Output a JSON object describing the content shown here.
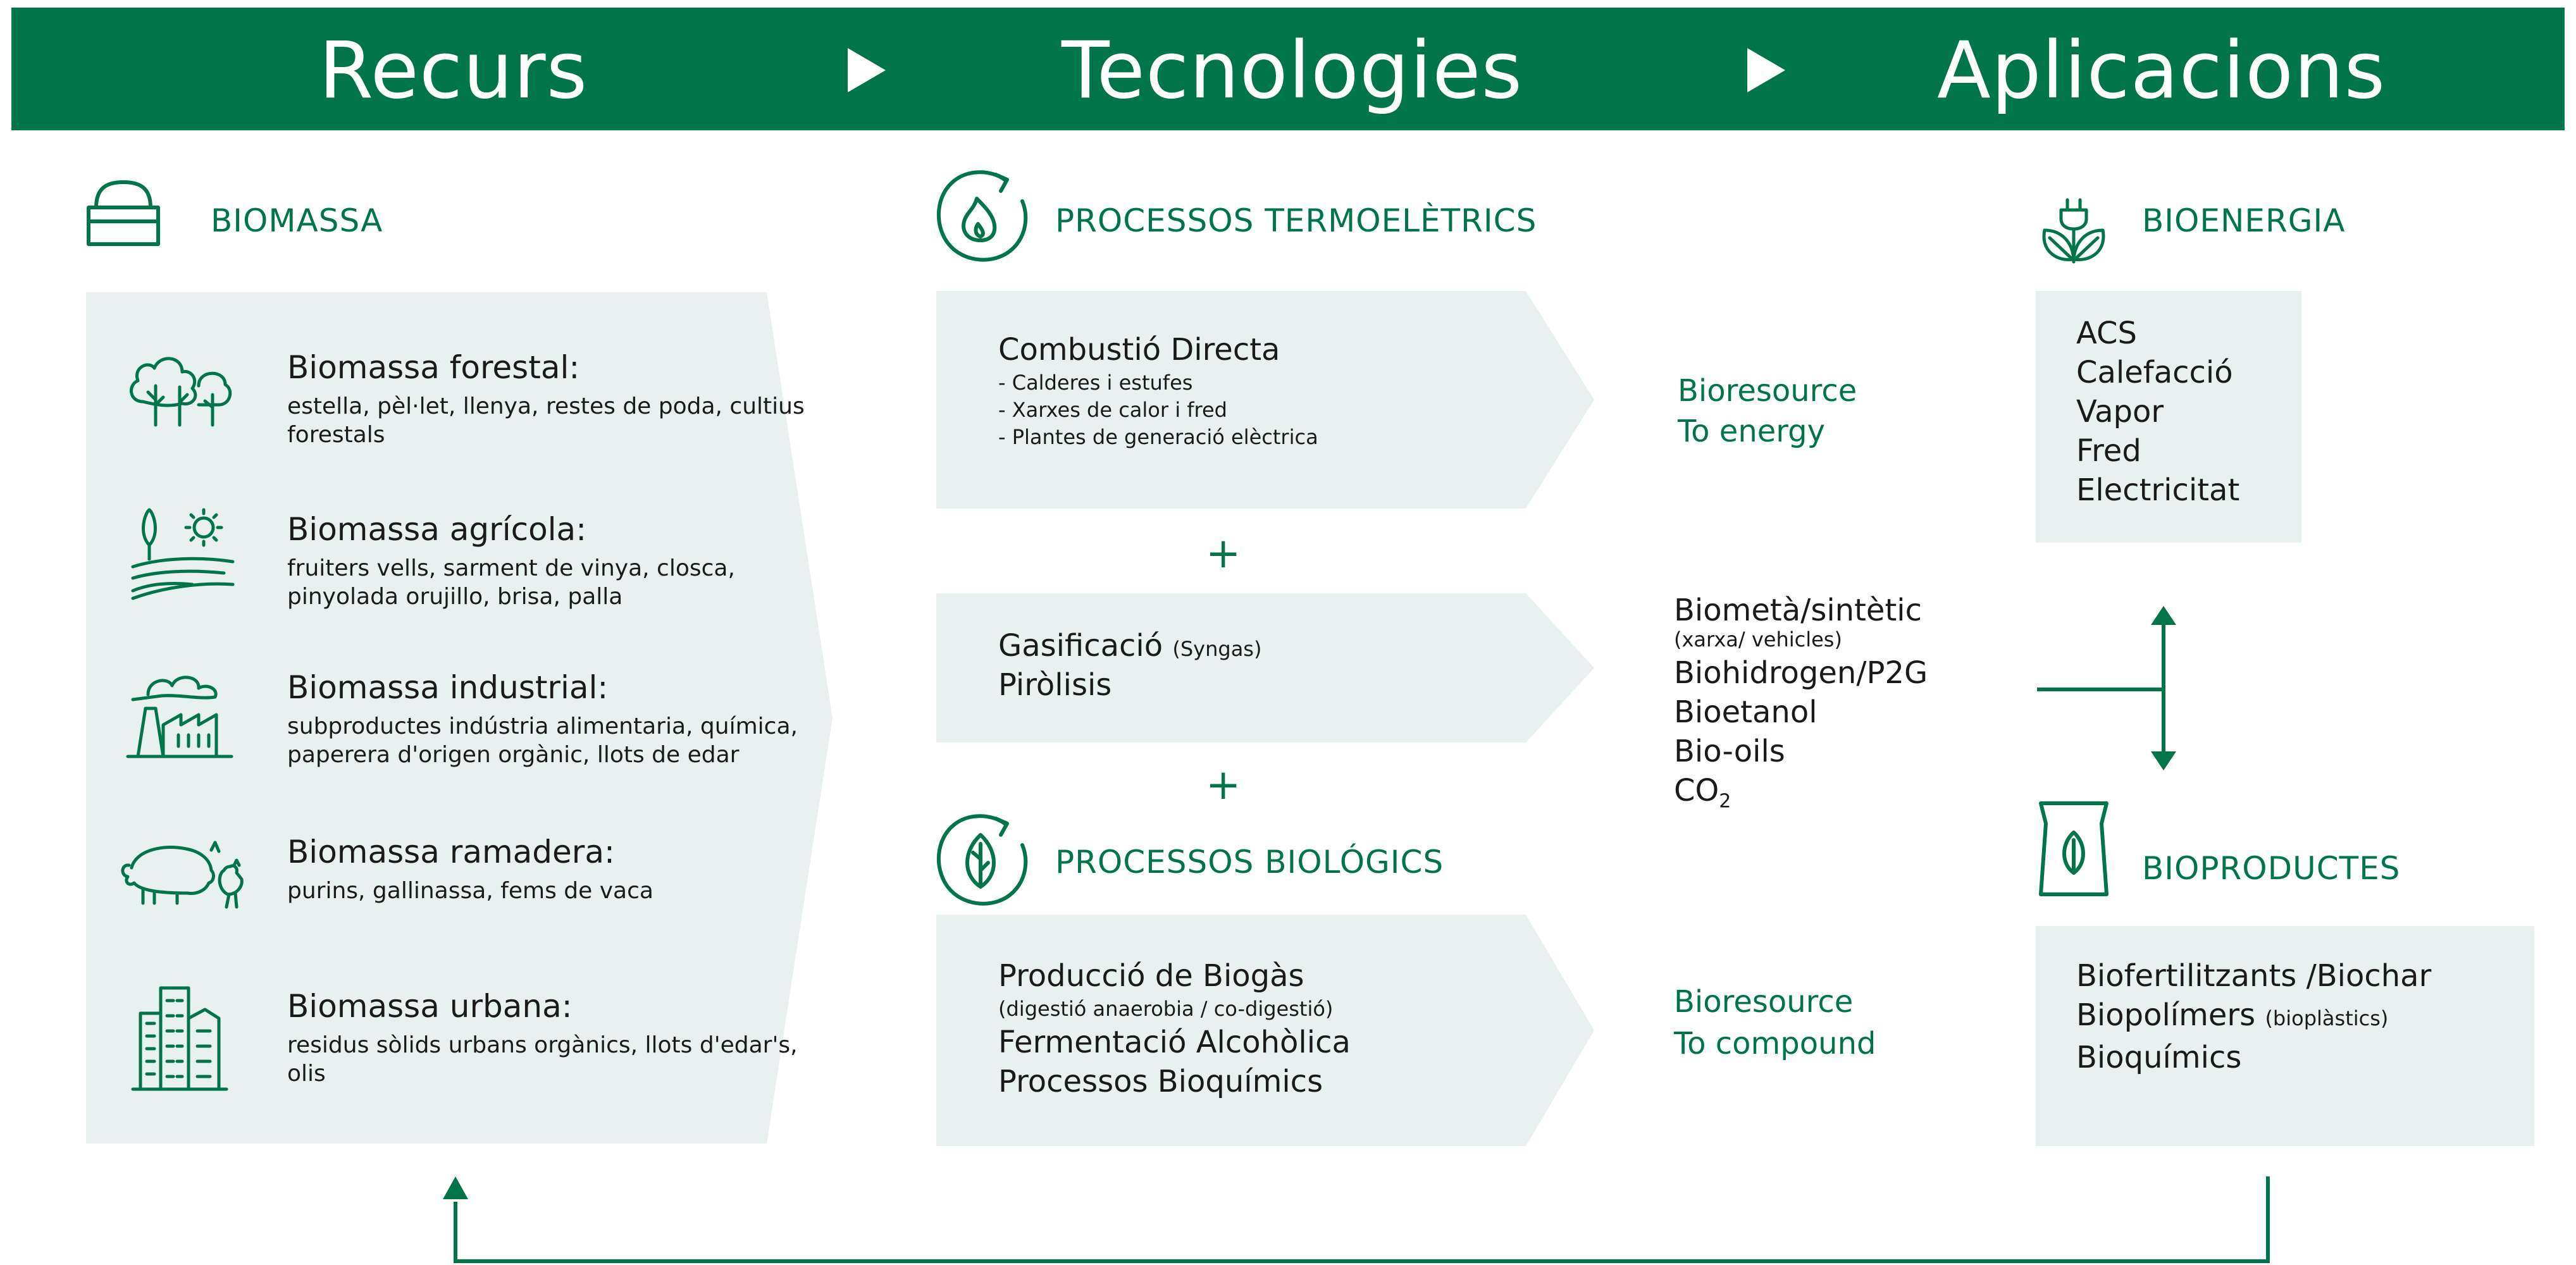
{
  "header": {
    "col1": "Recurs",
    "col2": "Tecnologies",
    "col3": "Aplicacions"
  },
  "resource": {
    "label": "BIOMASSA",
    "items": [
      {
        "title": "Biomassa forestal:",
        "desc": "estella, pèl·let, llenya, restes de poda, cultius forestals",
        "icon": "forest-icon"
      },
      {
        "title": "Biomassa agrícola:",
        "desc": "fruiters vells, sarment de vinya, closca, pinyolada orujillo, brisa, palla",
        "icon": "agriculture-icon"
      },
      {
        "title": "Biomassa industrial:",
        "desc": "subproductes indústria alimentaria, química, paperera d'origen orgànic, llots de edar",
        "icon": "factory-icon"
      },
      {
        "title": "Biomassa ramadera:",
        "desc": "purins, gallinassa, fems de vaca",
        "icon": "livestock-icon"
      },
      {
        "title": "Biomassa urbana:",
        "desc": "residus sòlids urbans orgànics, llots d'edar's, olis",
        "icon": "urban-icon"
      }
    ]
  },
  "thermo": {
    "label": "PROCESSOS TERMOELÈTRICS",
    "box1": {
      "title": "Combustió Directa",
      "lines": [
        "- Calderes i estufes",
        "- Xarxes de calor i fred",
        "- Plantes de generació elèctrica"
      ]
    },
    "plus1": "+",
    "box2": {
      "title1": "Gasificació",
      "title1_small": "(Syngas)",
      "title2": "Piròlisis"
    },
    "plus2": "+"
  },
  "bio": {
    "label": "PROCESSOS BIOLÓGICS",
    "box": {
      "title": "Producció de Biogàs",
      "sub": "(digestió anaerobia / co-digestió)",
      "line2": "Fermentació Alcohòlica",
      "line3": "Processos Bioquímics"
    }
  },
  "outputs": {
    "energy": [
      "Bioresource",
      "To energy"
    ],
    "gases": {
      "line1": "Biometà/sintètic",
      "line1_sub": "(xarxa/ vehicles)",
      "line2": "Biohidrogen/P2G",
      "line3": "Bioetanol",
      "line4": "Bio-oils",
      "co2": "CO",
      "co2_sub": "2"
    },
    "compound": [
      "Bioresource",
      "To compound"
    ]
  },
  "bioenergy": {
    "label": "BIOENERGIA",
    "items": [
      "ACS",
      "Calefacció",
      "Vapor",
      "Fred",
      "Electricitat"
    ]
  },
  "bioproducts": {
    "label": "BIOPRODUCTES",
    "line1": "Biofertilitzants /Biochar",
    "line2": "Biopolímers",
    "line2_small": "(bioplàstics)",
    "line3": "Bioquímics"
  },
  "colors": {
    "brand_green": "#00754a",
    "panel_bg": "#e8f1f0",
    "text": "#1a1a1a"
  }
}
